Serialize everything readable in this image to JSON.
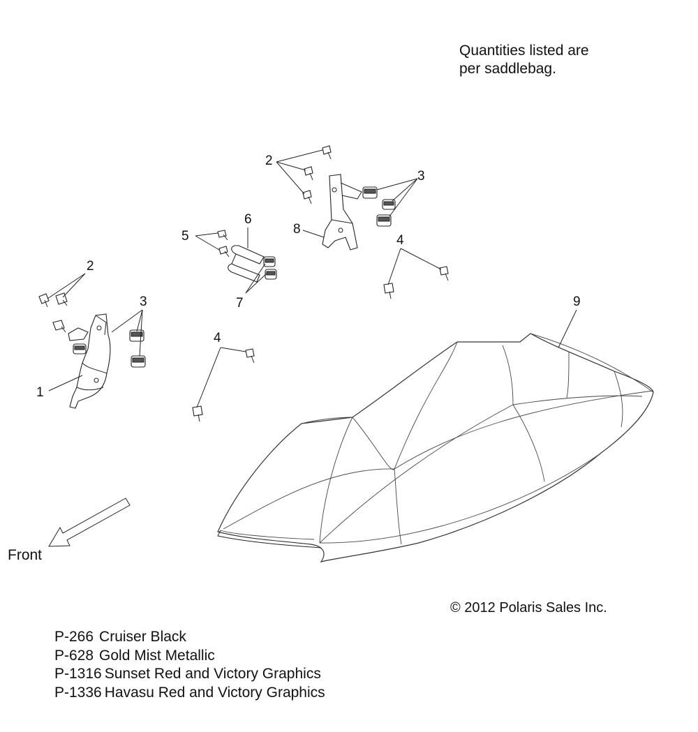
{
  "note": {
    "line1": "Quantities listed are",
    "line2": "per saddlebag."
  },
  "direction_label": "Front",
  "copyright": "© 2012 Polaris Sales Inc.",
  "callouts": {
    "c1": "1",
    "c2_left": "2",
    "c2_top": "2",
    "c3_left": "3",
    "c3_top": "3",
    "c4_left": "4",
    "c4_right": "4",
    "c5": "5",
    "c6": "6",
    "c7": "7",
    "c8": "8",
    "c9": "9"
  },
  "legend": [
    {
      "code": "P-266",
      "name": "Cruiser Black"
    },
    {
      "code": "P-628",
      "name": "Gold Mist Metallic"
    },
    {
      "code": "P-1316",
      "name": "Sunset Red and Victory Graphics"
    },
    {
      "code": "P-1336",
      "name": "Havasu Red and Victory Graphics"
    }
  ]
}
